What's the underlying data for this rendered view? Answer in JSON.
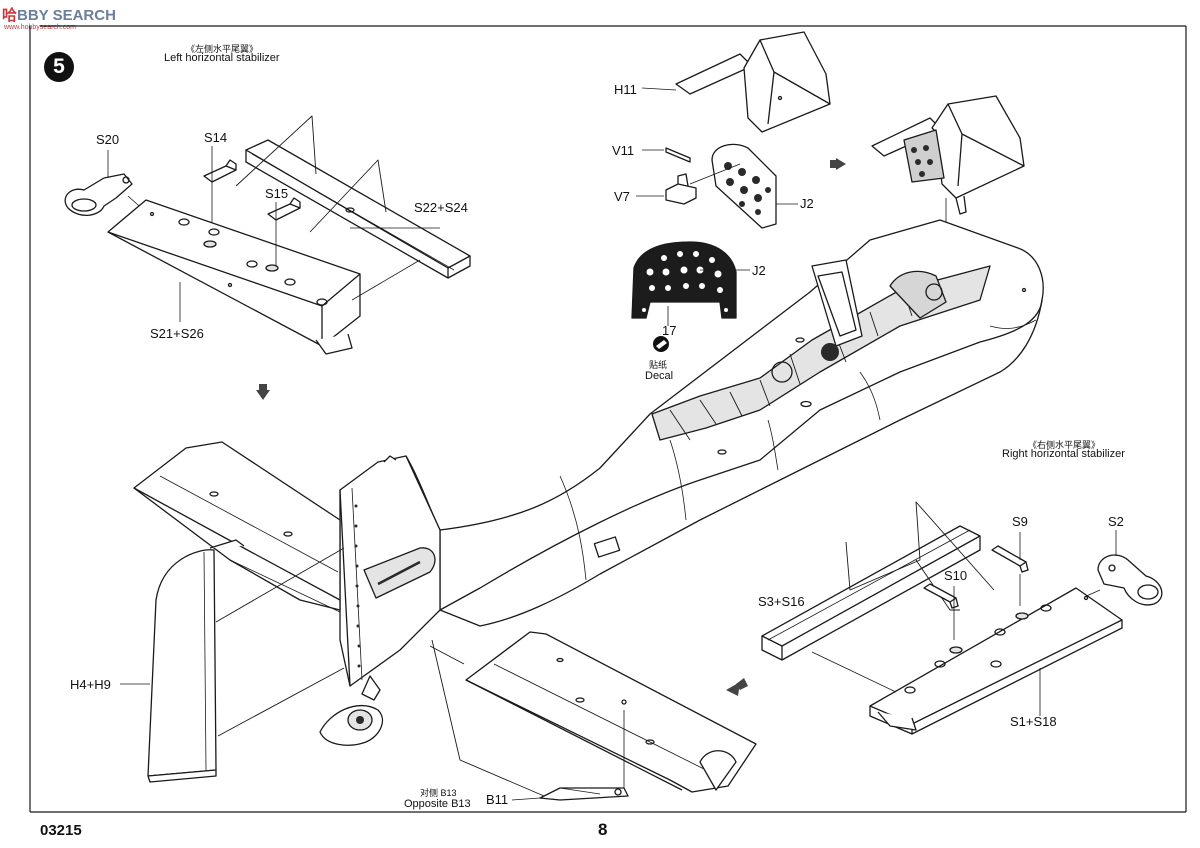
{
  "watermark": {
    "cn": "哈",
    "brand": "BBY SEARCH",
    "url": "www.hobbysearch.com"
  },
  "step": {
    "number": "5"
  },
  "labels": {
    "left_stab_cn": "《左侧水平尾翼》",
    "left_stab_en": "Left horizontal stabilizer",
    "right_stab_cn": "《右侧水平尾翼》",
    "right_stab_en": "Right horizontal stabilizer",
    "decal_cn": "贴纸",
    "decal_en": "Decal",
    "opposite_cn": "对侧 B13",
    "opposite_en": "Opposite B13"
  },
  "parts": {
    "s20": "S20",
    "s14": "S14",
    "s15": "S15",
    "s22_s24": "S22+S24",
    "s21_s26": "S21+S26",
    "h11": "H11",
    "v11": "V11",
    "v7": "V7",
    "j2_a": "J2",
    "j2_b": "J2",
    "decal_no": "17",
    "s9": "S9",
    "s2": "S2",
    "s10": "S10",
    "s3_s16": "S3+S16",
    "s1_s18": "S1+S18",
    "h4_h9": "H4+H9",
    "b11": "B11"
  },
  "footer": {
    "code": "03215",
    "page": "8"
  },
  "colors": {
    "line": "#1a1a1a",
    "fill": "#ffffff",
    "shade": "#e4e4e4",
    "dark": "#2a2a2a"
  }
}
